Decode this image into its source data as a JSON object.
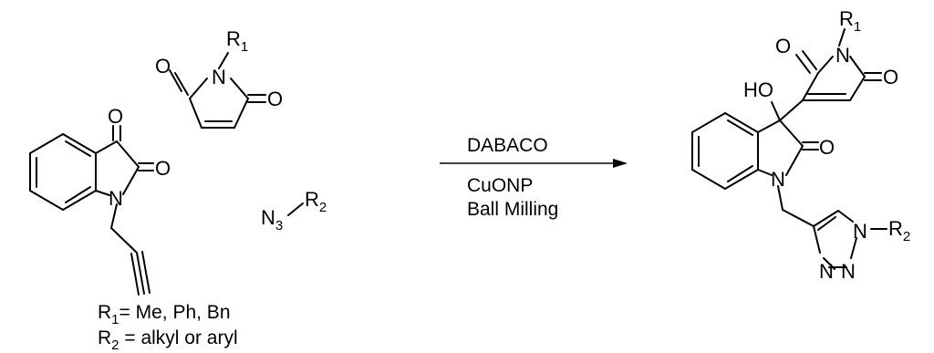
{
  "conditions": {
    "catalyst": "DABACO",
    "reagent": "CuONP",
    "method": "Ball Milling"
  },
  "reactants": {
    "maleimide": {
      "substituent": "R",
      "substituent_index": "1"
    },
    "isatin": {
      "oxygen_1": "O",
      "oxygen_2": "O",
      "nitrogen": "N"
    },
    "azide": {
      "prefix": "N",
      "prefix_index": "3",
      "substituent": "R",
      "substituent_index": "2"
    }
  },
  "product": {
    "hydroxyl": "HO",
    "substituent_r1": "R",
    "substituent_r1_index": "1",
    "substituent_r2": "R",
    "substituent_r2_index": "2",
    "triazole_n1": "N",
    "triazole_n2": "N",
    "triazole_n3": "N"
  },
  "legend": {
    "r1": {
      "symbol": "R",
      "index": "1",
      "text": "= Me, Ph, Bn"
    },
    "r2": {
      "symbol": "R",
      "index": "2",
      "text": " = alkyl or aryl"
    }
  }
}
